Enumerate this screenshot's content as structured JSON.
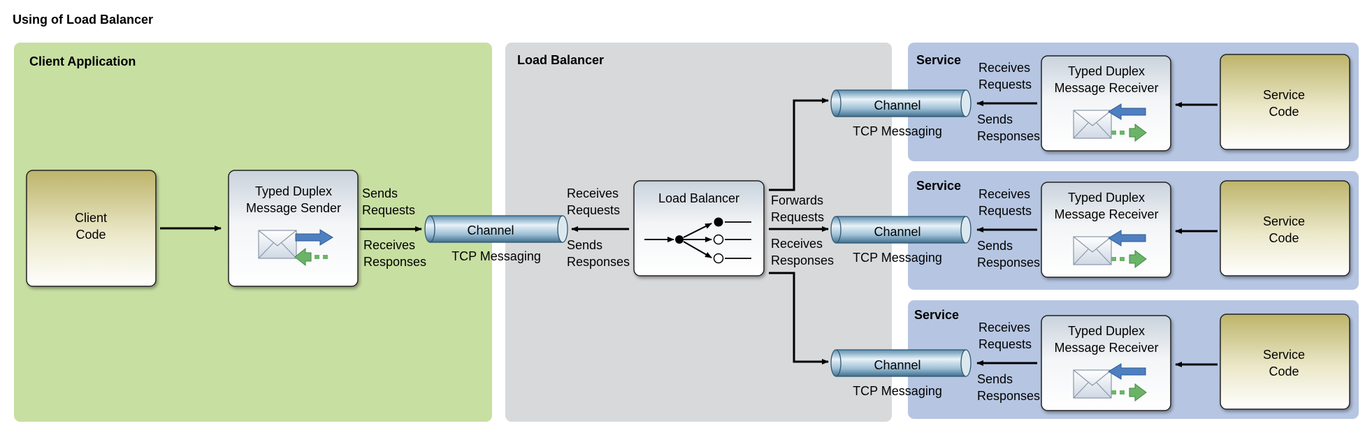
{
  "title": "Using of Load Balancer",
  "regions": {
    "client": "Client Application",
    "load_balancer": "Load Balancer",
    "service_1": "Service",
    "service_2": "Service",
    "service_3": "Service"
  },
  "client": {
    "code_line1": "Client",
    "code_line2": "Code",
    "sender_line1": "Typed Duplex",
    "sender_line2": "Message Sender",
    "sends_line1": "Sends",
    "sends_line2": "Requests",
    "receives_line1": "Receives",
    "receives_line2": "Responses"
  },
  "channel_label": "Channel",
  "tcp_label": "TCP Messaging",
  "load_balancer": {
    "node_label": "Load Balancer",
    "receives_line1": "Receives",
    "receives_line2": "Requests",
    "sends_line1": "Sends",
    "sends_line2": "Responses",
    "forwards_line1": "Forwards",
    "forwards_line2": "Requests",
    "recv_resp_line1": "Receives",
    "recv_resp_line2": "Responses"
  },
  "service": {
    "receiver_line1": "Typed Duplex",
    "receiver_line2": "Message Receiver",
    "code_line1": "Service",
    "code_line2": "Code",
    "receives_line1": "Receives",
    "receives_line2": "Requests",
    "sends_line1": "Sends",
    "sends_line2": "Responses"
  },
  "colors": {
    "client_bg": "#c8dfa2",
    "lb_bg": "#d8d9db",
    "service_bg": "#b6c6e2",
    "code_box_top": "#c2ba74",
    "arrow_blue": "#4e7fc0",
    "arrow_green": "#6cb36a"
  }
}
